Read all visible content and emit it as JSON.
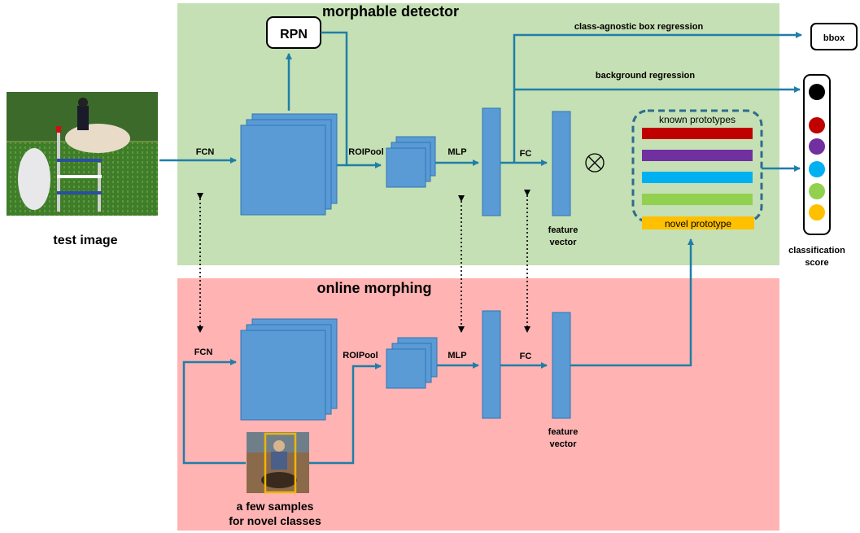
{
  "regions": {
    "top_title": "morphable detector",
    "bottom_title": "online morphing"
  },
  "inputs": {
    "test_image_label": "test image",
    "samples_label_line1": "a few samples",
    "samples_label_line2": "for novel classes"
  },
  "stages": {
    "fcn": "FCN",
    "rpn": "RPN",
    "roipool": "ROIPool",
    "mlp": "MLP",
    "fc": "FC",
    "feature_vector_line1": "feature",
    "feature_vector_line2": "vector"
  },
  "outputs": {
    "box_regression": "class-agnostic box regression",
    "background_regression": "background regression",
    "bbox": "bbox",
    "score_line1": "classification",
    "score_line2": "score"
  },
  "prototypes": {
    "known_label": "known prototypes",
    "novel_label": "novel prototype",
    "known_colors": [
      "#c00000",
      "#7030a0",
      "#00b0f0",
      "#92d050"
    ],
    "novel_color": "#ffc000"
  },
  "score_circles": [
    "#000000",
    "#c00000",
    "#7030a0",
    "#00b0f0",
    "#92d050",
    "#ffc000"
  ],
  "colors": {
    "detector_bg": "#c5e0b4",
    "morphing_bg": "#ffb3b3",
    "block": "#5b9bd5",
    "arrow": "#1f7ea8"
  }
}
